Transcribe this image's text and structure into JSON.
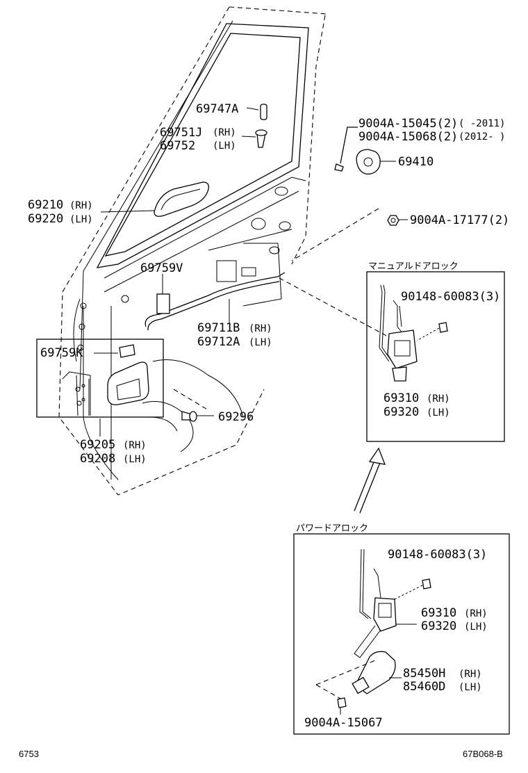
{
  "labels": {
    "p69747A": "69747A",
    "p69751J": "69751J",
    "p69752": "69752",
    "p69210": "69210",
    "p69220": "69220",
    "p69759V": "69759V",
    "p69711B": "69711B",
    "p69712A": "69712A",
    "p69759K": "69759K",
    "p69296": "69296",
    "p69205": "69205",
    "p69208": "69208",
    "b15045": "9004A-15045(2)",
    "b15045_range": "(    -2011)",
    "b15068": "9004A-15068(2)",
    "b15068_range": "(2012-    )",
    "p69410": "69410",
    "b17177": "9004A-17177(2)",
    "m_b60083": "90148-60083(3)",
    "m_p69310": "69310",
    "m_p69320": "69320",
    "pw_b60083": "90148-60083(3)",
    "pw_p69310": "69310",
    "pw_p69320": "69320",
    "p85450H": "85450H",
    "p85460D": "85460D",
    "b15067": "9004A-15067",
    "rh": "(RH)",
    "lh": "(LH)"
  },
  "sections": {
    "manual": "マニュアルドアロック",
    "power": "パワードアロック"
  },
  "footer": {
    "left": "6753",
    "right": "67B068-B"
  }
}
